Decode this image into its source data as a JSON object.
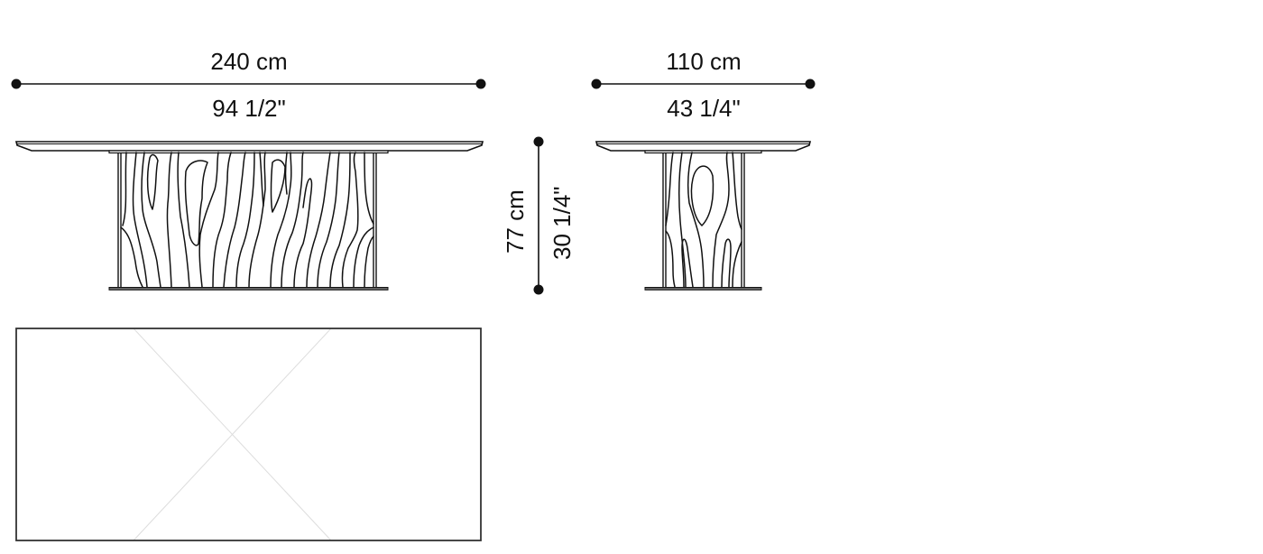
{
  "drawing": {
    "title": "Rectangular dining table dimension drawing",
    "colors": {
      "line": "#111111",
      "background": "#ffffff",
      "construction_line": "#dddddd"
    }
  },
  "front_view": {
    "width_metric": "240 cm",
    "width_imperial": "94 1/2\""
  },
  "side_view": {
    "width_metric": "110 cm",
    "width_imperial": "43 1/4\""
  },
  "height": {
    "metric": "77 cm",
    "imperial": "30 1/4\""
  },
  "top_view": {
    "shape": "rectangle",
    "construction_lines": "diagonal X"
  }
}
